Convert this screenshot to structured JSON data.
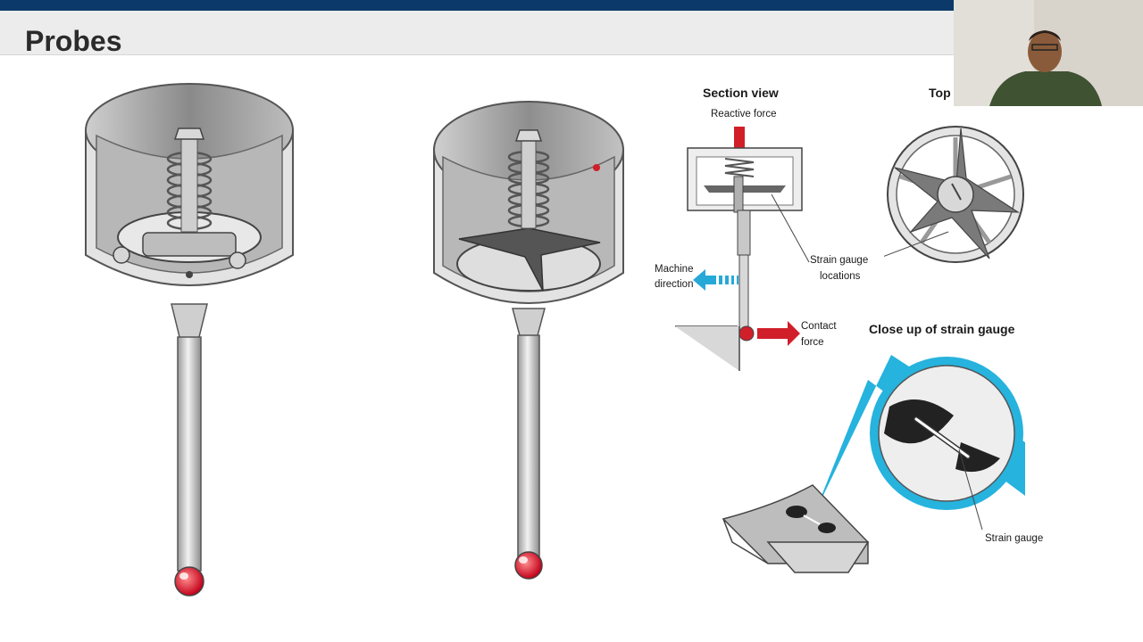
{
  "slide": {
    "title": "Probes"
  },
  "diagram": {
    "section_view_label": "Section view",
    "top_label": "Top",
    "reactive_force": "Reactive force",
    "strain_gauge_locations_1": "Strain gauge",
    "strain_gauge_locations_2": "locations",
    "machine_direction_1": "Machine",
    "machine_direction_2": "direction",
    "contact_force_1": "Contact",
    "contact_force_2": "force",
    "close_up_label": "Close up of strain gauge",
    "strain_gauge": "Strain gauge"
  },
  "colors": {
    "header_bar": "#0b3a6a",
    "title_band": "#ececec",
    "force_arrow": "#d11f2a",
    "machine_arrow": "#27a9d8",
    "callout": "#26b3dd"
  }
}
